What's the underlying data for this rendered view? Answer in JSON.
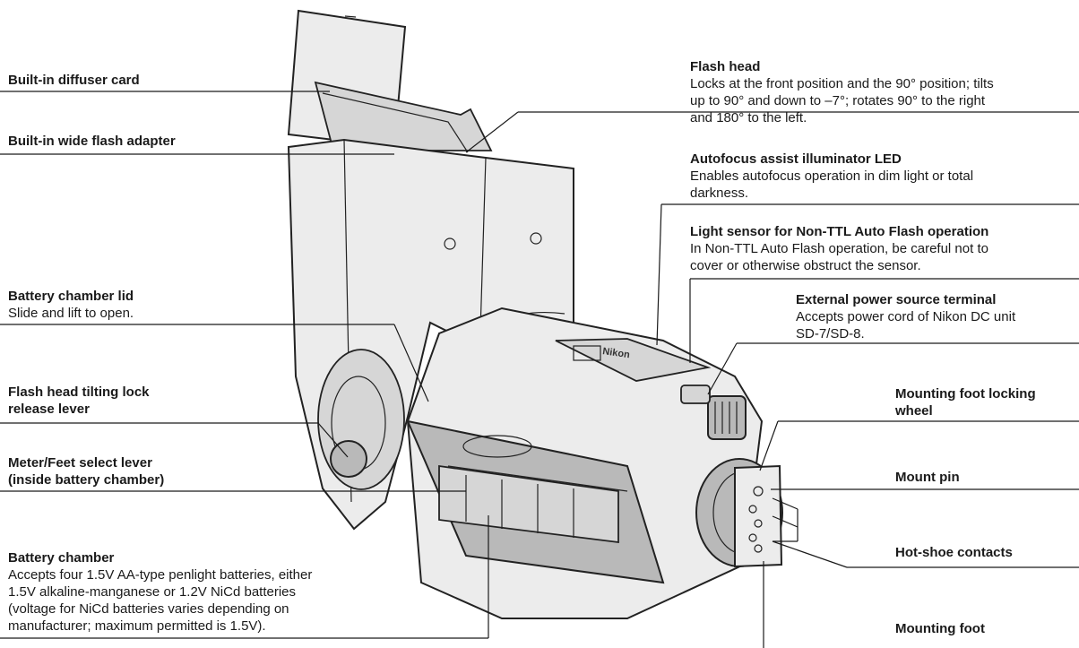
{
  "labels": {
    "diffuser_card": "Built-in diffuser card",
    "wide_adapter": "Built-in wide flash adapter",
    "battery_lid_title": "Battery chamber lid",
    "battery_lid_desc": "Slide and lift to open.",
    "tilt_lock_title_1": "Flash head tilting lock",
    "tilt_lock_title_2": "release lever",
    "meter_title_1": "Meter/Feet select lever",
    "meter_title_2": "(inside battery chamber)",
    "battery_chamber_title": "Battery chamber",
    "battery_chamber_desc_1": "Accepts four 1.5V AA-type penlight batteries, either",
    "battery_chamber_desc_2": "1.5V alkaline-manganese or 1.2V NiCd batteries",
    "battery_chamber_desc_3": "(voltage for NiCd batteries varies depending on",
    "battery_chamber_desc_4": "manufacturer; maximum permitted is 1.5V).",
    "flash_head_title": "Flash head",
    "flash_head_desc_1": "Locks at the front position and the 90° position; tilts",
    "flash_head_desc_2": "up to 90° and down to –7°; rotates 90° to the right",
    "flash_head_desc_3": "and 180° to the left.",
    "af_title": "Autofocus assist illuminator LED",
    "af_desc_1": "Enables autofocus operation in dim light or total",
    "af_desc_2": "darkness.",
    "sensor_title": "Light sensor for Non-TTL Auto Flash operation",
    "sensor_desc_1": "In Non-TTL Auto Flash operation, be careful not to",
    "sensor_desc_2": "cover or otherwise obstruct the sensor.",
    "ext_power_title": "External power source terminal",
    "ext_power_desc_1": "Accepts power cord of Nikon DC unit",
    "ext_power_desc_2": "SD-7/SD-8.",
    "locking_wheel_title_1": "Mounting foot locking",
    "locking_wheel_title_2": "wheel",
    "mount_pin": "Mount pin",
    "hot_shoe": "Hot-shoe contacts",
    "mounting_foot": "Mounting foot",
    "brand": "Nikon"
  }
}
